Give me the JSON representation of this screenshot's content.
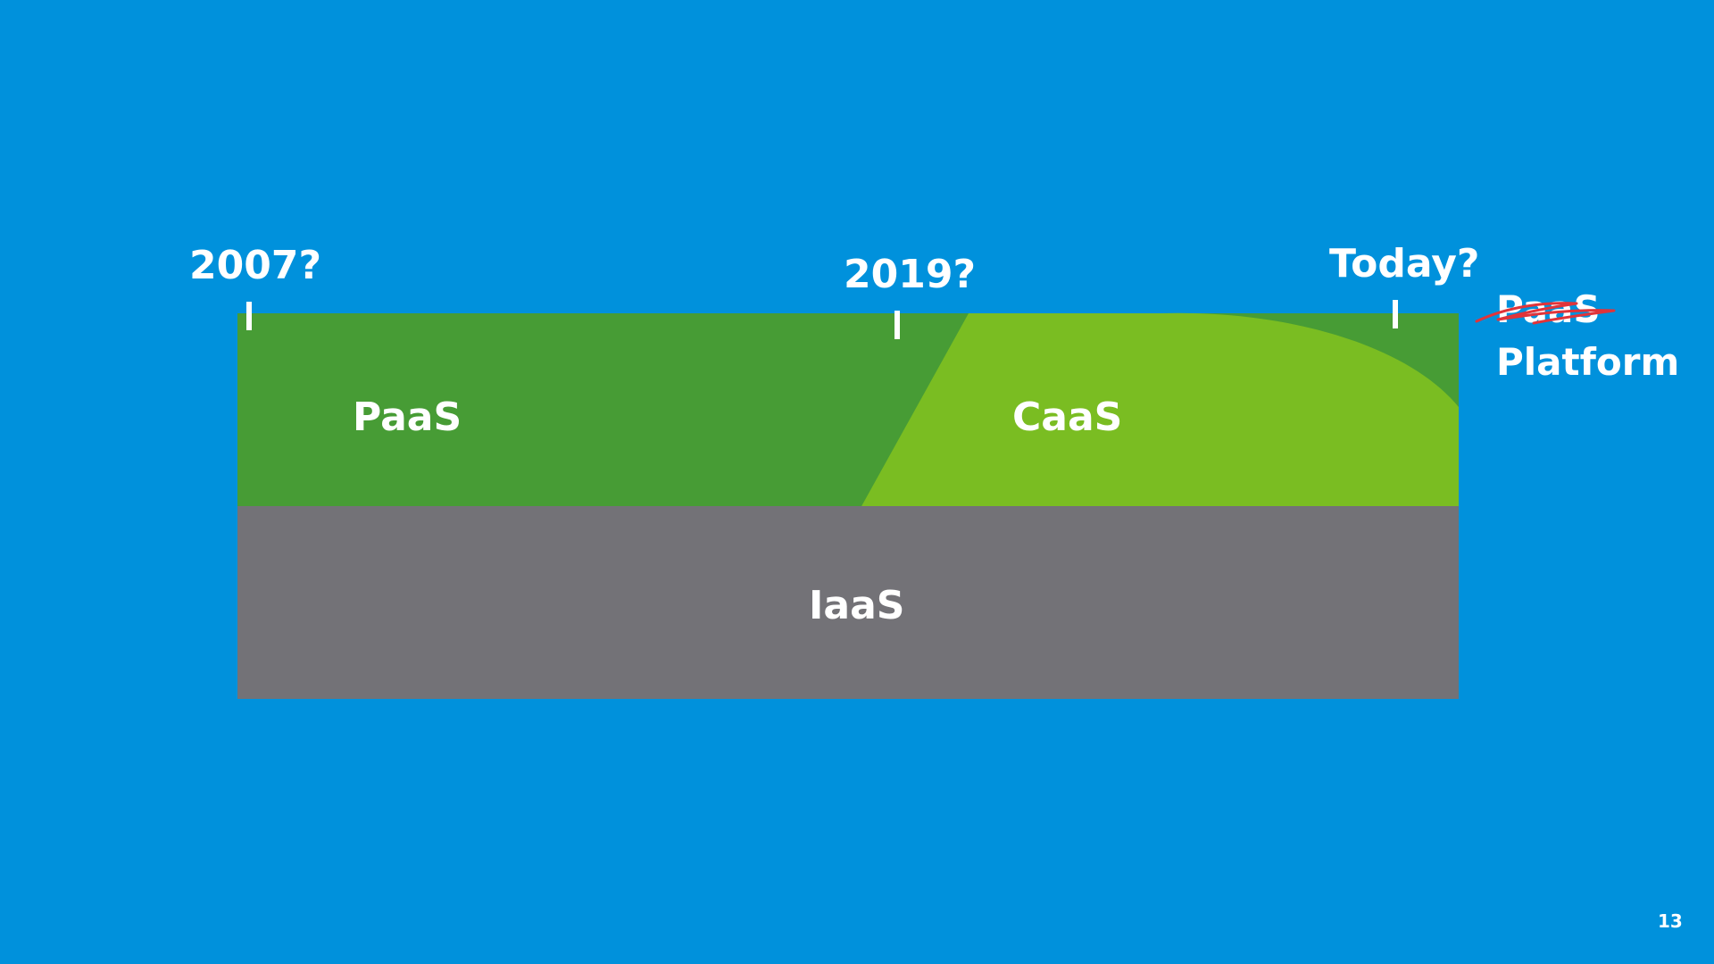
{
  "colors": {
    "background": "#0091DC",
    "paas_green": "#479C35",
    "caas_green": "#7ABD22",
    "iaas_gray": "#737277",
    "text": "#FFFFFF",
    "strike_red": "#E0343A"
  },
  "timeline": {
    "milestones": [
      {
        "label": "2007?"
      },
      {
        "label": "2019?"
      },
      {
        "label": "Today?"
      }
    ]
  },
  "layers": {
    "paas": "PaaS",
    "caas": "CaaS",
    "iaas": "IaaS"
  },
  "side_note": {
    "struck_label": "PaaS",
    "replacement_label": "Platform"
  },
  "page_number": "13"
}
